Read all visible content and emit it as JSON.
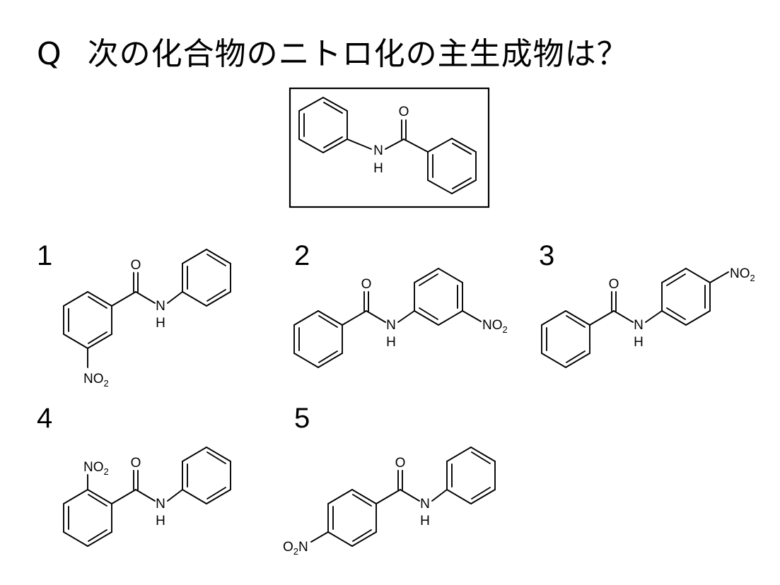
{
  "question": {
    "prefix": "Q",
    "text": "次の化合物のニトロ化の主生成物は？"
  },
  "reactant": {
    "o_label": "O",
    "n_label": "N",
    "h_label": "H"
  },
  "choices": [
    {
      "number": "1",
      "o_label": "O",
      "n_label": "N",
      "h_label": "H",
      "nitro_label": "NO",
      "nitro_sub": "2"
    },
    {
      "number": "2",
      "o_label": "O",
      "n_label": "N",
      "h_label": "H",
      "nitro_label": "NO",
      "nitro_sub": "2"
    },
    {
      "number": "3",
      "o_label": "O",
      "n_label": "N",
      "h_label": "H",
      "nitro_label": "NO",
      "nitro_sub": "2"
    },
    {
      "number": "4",
      "o_label": "O",
      "n_label": "N",
      "h_label": "H",
      "nitro_label": "NO",
      "nitro_sub": "2"
    },
    {
      "number": "5",
      "o_label": "O",
      "n_label": "N",
      "h_label": "H",
      "nitro_pre": "O",
      "nitro_sub": "2",
      "nitro_post": "N"
    }
  ]
}
